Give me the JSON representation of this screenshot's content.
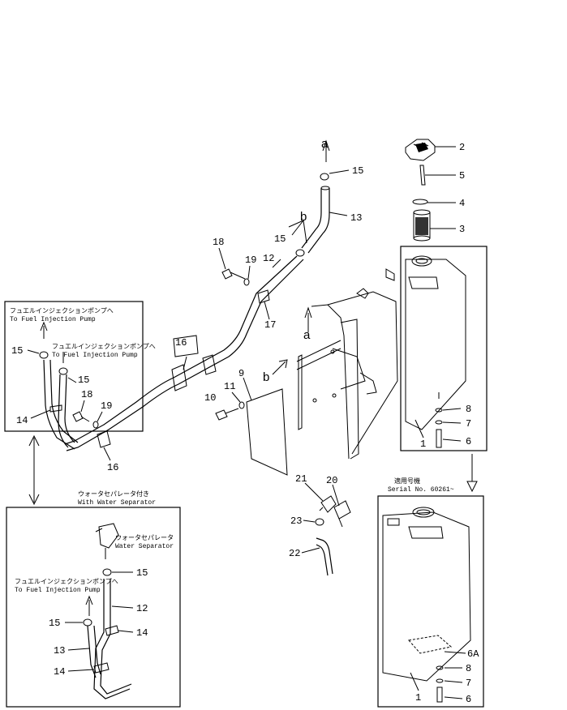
{
  "callouts": {
    "c1": "1",
    "c2": "2",
    "c3": "3",
    "c4": "4",
    "c5": "5",
    "c6": "6",
    "c7": "7",
    "c8": "8",
    "c9": "9",
    "c10": "10",
    "c11": "11",
    "c12": "12",
    "c13": "13",
    "c15a": "15",
    "c15b": "15",
    "c16": "16",
    "c17": "17",
    "c18": "18",
    "c19": "19",
    "c20": "20",
    "c21": "21",
    "c22": "22",
    "c23": "23",
    "left_15a": "15",
    "left_15b": "15",
    "left_14": "14",
    "left_18": "18",
    "left_19": "19",
    "left_16": "16",
    "ws_15": "15",
    "ws_12": "12",
    "ws_15b": "15",
    "ws_14a": "14",
    "ws_13": "13",
    "ws_14b": "14",
    "serial_1": "1",
    "serial_6": "6",
    "serial_7": "7",
    "serial_8": "8",
    "serial_6a": "6A"
  },
  "markers": {
    "a_top": "a",
    "a_mid": "a",
    "b_top": "b",
    "b_mid": "b"
  },
  "captions": {
    "fuel_pump_jp_1": "フュエルインジェクションポンプへ",
    "fuel_pump_en_1": "To Fuel Injection Pump",
    "fuel_pump_jp_2": "フュエルインジェクションポンプへ",
    "fuel_pump_en_2": "To Fuel Injection Pump",
    "water_sep_jp": "ウォータセパレータ付き",
    "water_sep_en": "With Water Separator",
    "water_sep_part_jp": "ウォータセパレータ",
    "water_sep_part_en": "Water Separator",
    "fuel_pump_jp_3": "フュエルインジェクションポンプへ",
    "fuel_pump_en_3": "To Fuel Injection Pump",
    "serial_jp": "適用号機",
    "serial_en": "Serial No. 60261~"
  }
}
